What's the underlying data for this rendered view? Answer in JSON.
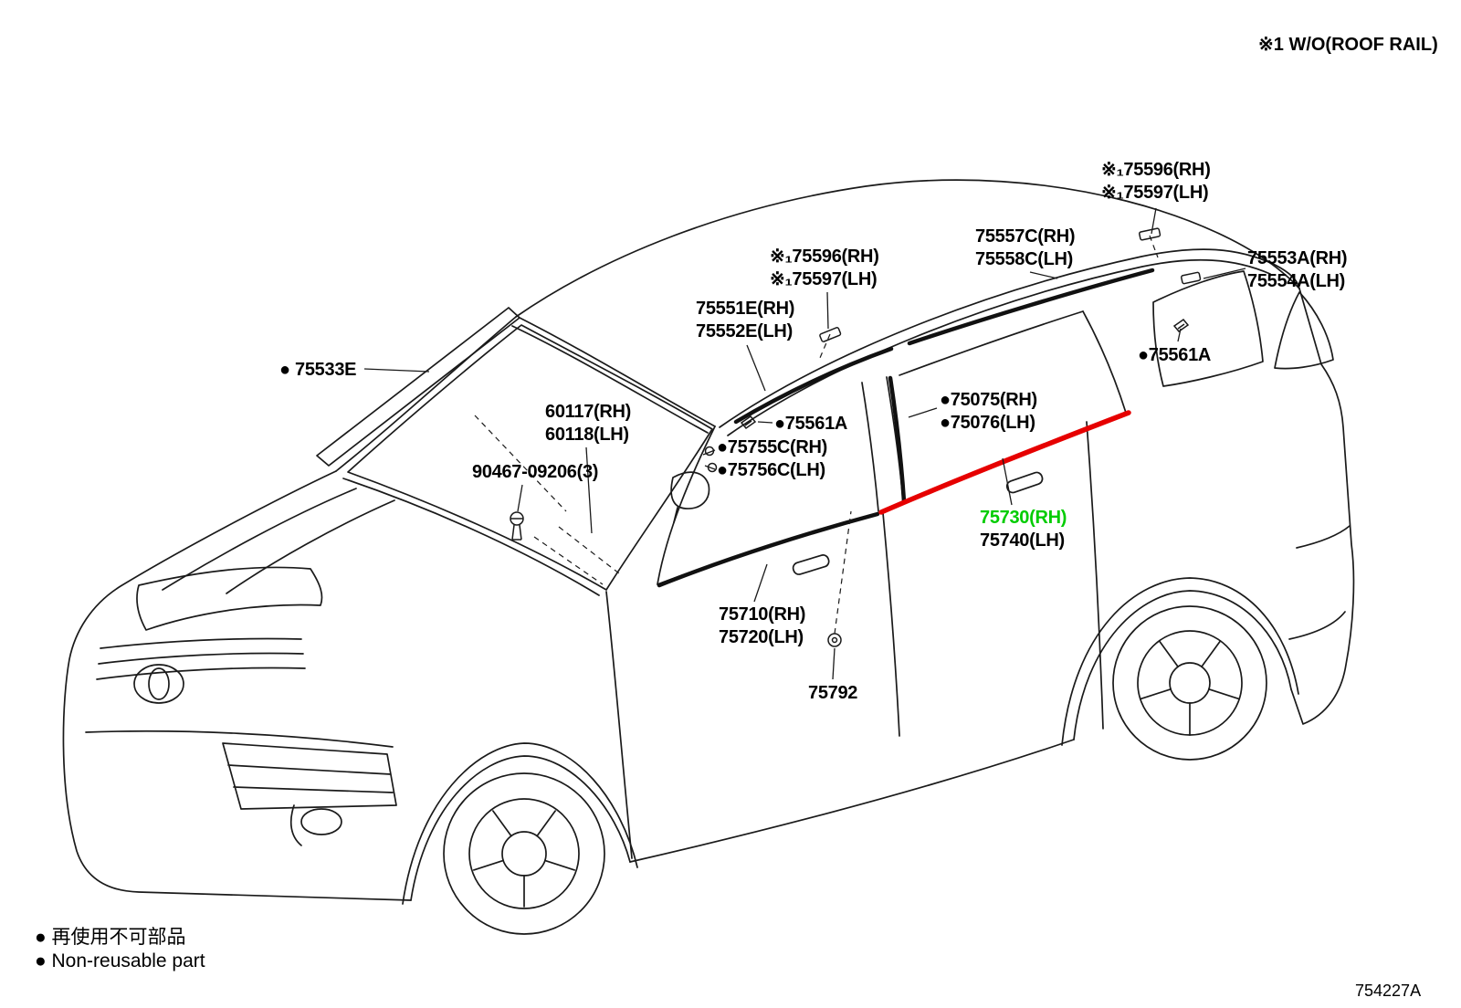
{
  "page": {
    "note_top_right": "※1 W/O(ROOF RAIL)",
    "diagram_code": "754227A"
  },
  "legend": {
    "line_jp": "● 再使用不可部品",
    "line_en": "● Non-reusable part"
  },
  "colors": {
    "highlight_selected_green": "#00cc00",
    "highlight_moulding_red": "#e60000",
    "line_art": "#1a1a1a"
  },
  "labels": {
    "roof_clip_rear": {
      "lines": [
        "※₁75596(RH)",
        "※₁75597(LH)"
      ]
    },
    "roof_moulding_rear": {
      "lines": [
        "75557C(RH)",
        "75558C(LH)"
      ]
    },
    "roof_rail_clip_rear": {
      "lines": [
        "75553A(RH)",
        "75554A(LH)"
      ]
    },
    "roof_clip_front": {
      "lines": [
        "※₁75596(RH)",
        "※₁75597(LH)"
      ]
    },
    "roof_moulding_front": {
      "lines": [
        "75551E(RH)",
        "75552E(LH)"
      ]
    },
    "windshield_moulding": {
      "lines": [
        "● 75533E"
      ]
    },
    "clip_rear_75561a": {
      "lines": [
        "●75561A"
      ]
    },
    "windshield_glass": {
      "lines": [
        "60117(RH)",
        "60118(LH)"
      ]
    },
    "clip_front_75561a": {
      "lines": [
        "●75561A"
      ]
    },
    "pillar_moulding": {
      "lines": [
        "●75075(RH)",
        "●75076(LH)"
      ]
    },
    "cowl_clip": {
      "lines": [
        "●75755C(RH)",
        "●75756C(LH)"
      ]
    },
    "screw": {
      "lines": [
        "90467-09206(3)"
      ]
    },
    "belt_moulding_rear": {
      "lines": [
        "75730(RH)",
        "75740(LH)"
      ]
    },
    "belt_moulding_front": {
      "lines": [
        "75710(RH)",
        "75720(LH)"
      ]
    },
    "clip_75792": {
      "lines": [
        "75792"
      ]
    }
  }
}
